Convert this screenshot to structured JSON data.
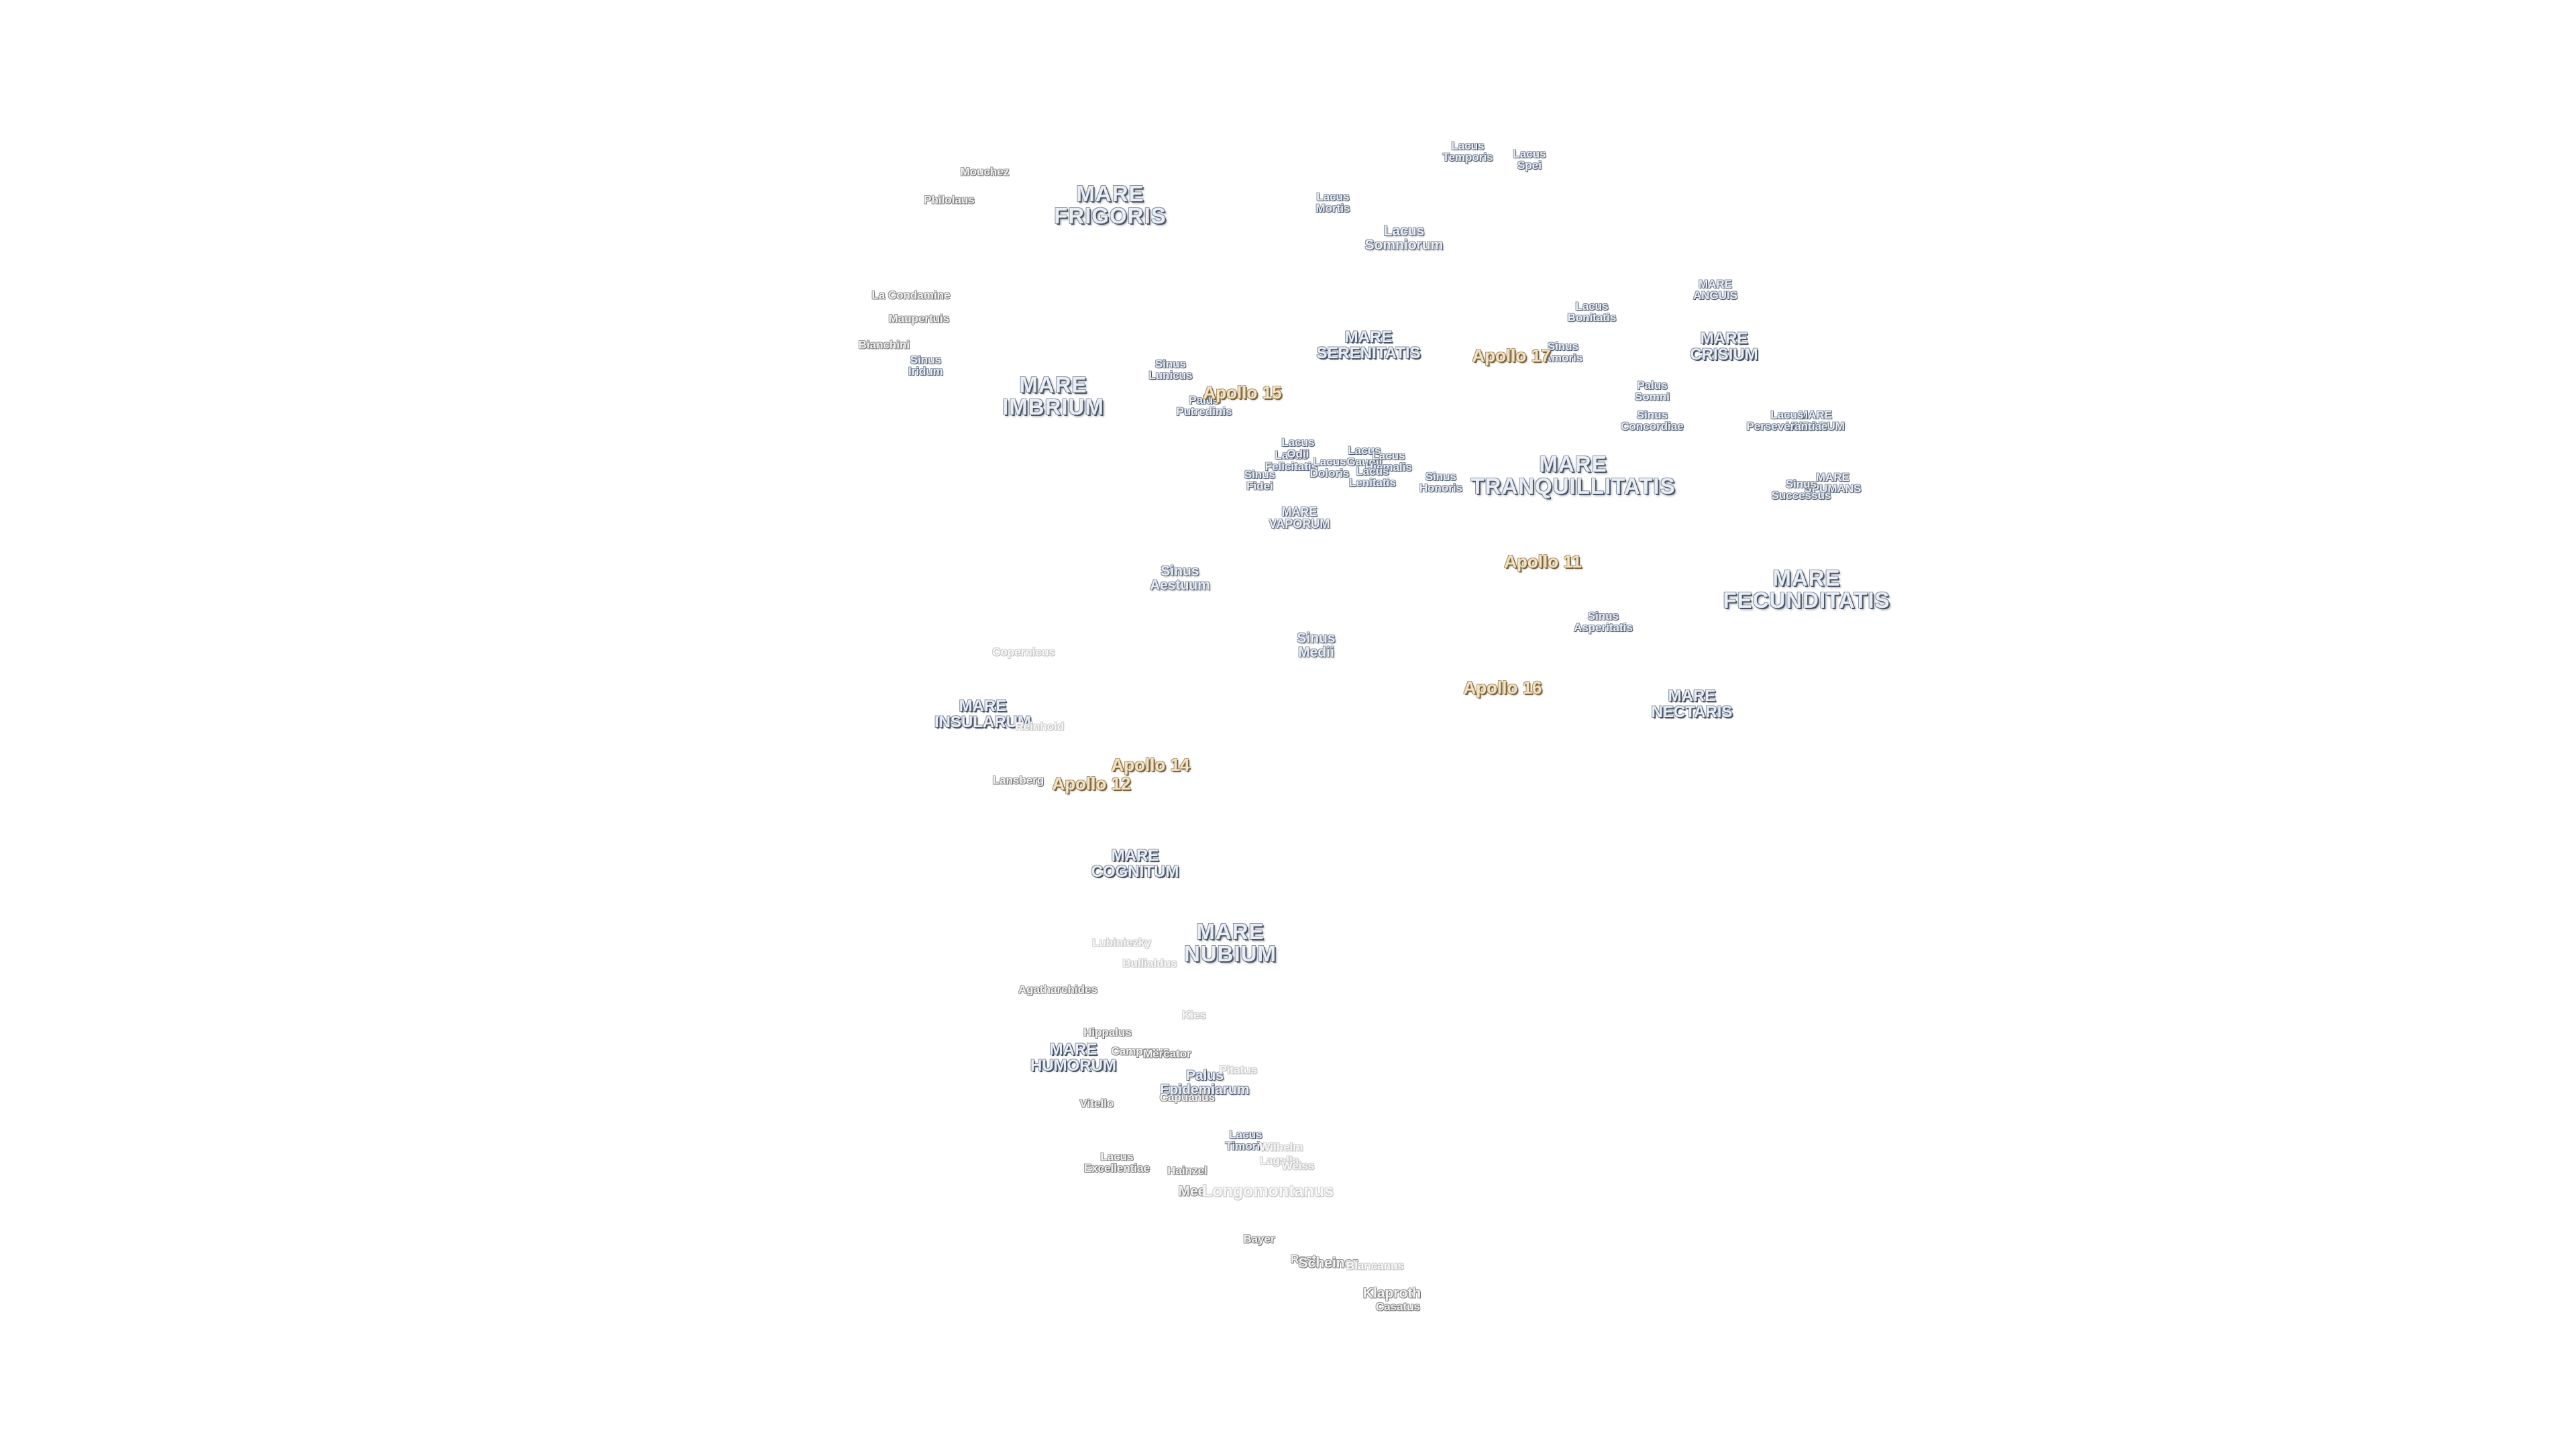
{
  "labels": [
    {
      "id": "mare-frigoris",
      "text": "MARE\nFRIGORIS",
      "kind": "mare"
    },
    {
      "id": "mare-imbrium",
      "text": "MARE\nIMBRIUM",
      "kind": "mare"
    },
    {
      "id": "mare-serenitatis",
      "text": "MARE\nSERENITATIS",
      "kind": "mare-md"
    },
    {
      "id": "mare-tranquillitatis",
      "text": "MARE\nTRANQUILLITATIS",
      "kind": "mare"
    },
    {
      "id": "mare-crisium",
      "text": "MARE\nCRISIUM",
      "kind": "mare-md"
    },
    {
      "id": "mare-fecunditatis",
      "text": "MARE\nFECUNDITATIS",
      "kind": "mare"
    },
    {
      "id": "mare-nectaris",
      "text": "MARE\nNECTARIS",
      "kind": "mare-md"
    },
    {
      "id": "mare-vaporum",
      "text": "MARE\nVAPORUM",
      "kind": "mare-sm"
    },
    {
      "id": "mare-insularum",
      "text": "MARE\nINSULARUM",
      "kind": "mare-md"
    },
    {
      "id": "mare-cognitum",
      "text": "MARE\nCOGNITUM",
      "kind": "mare-md"
    },
    {
      "id": "mare-nubium",
      "text": "MARE\nNUBIUM",
      "kind": "mare"
    },
    {
      "id": "mare-humorum",
      "text": "MARE\nHUMORUM",
      "kind": "mare-md"
    },
    {
      "id": "mare-anguis",
      "text": "MARE\nANGUIS",
      "kind": "lake-sm"
    },
    {
      "id": "mare-undarum",
      "text": "MARE\nUNDARUM",
      "kind": "lake-sm"
    },
    {
      "id": "mare-spumans",
      "text": "MARE\nSPUMANS",
      "kind": "lake-sm"
    },
    {
      "id": "lacus-temporis",
      "text": "Lacus\nTemporis",
      "kind": "lake-sm"
    },
    {
      "id": "lacus-spei",
      "text": "Lacus\nSpei",
      "kind": "lake-sm"
    },
    {
      "id": "lacus-mortis",
      "text": "Lacus\nMortis",
      "kind": "lake-sm"
    },
    {
      "id": "lacus-somniorum",
      "text": "Lacus\nSomniorum",
      "kind": "lake"
    },
    {
      "id": "lacus-bonitatis",
      "text": "Lacus\nBonitatis",
      "kind": "lake-sm"
    },
    {
      "id": "sinus-amoris",
      "text": "Sinus\nAmoris",
      "kind": "lake-sm"
    },
    {
      "id": "palus-somni",
      "text": "Palus\nSomni",
      "kind": "lake-sm"
    },
    {
      "id": "sinus-concordiae",
      "text": "Sinus\nConcordiae",
      "kind": "lake-sm"
    },
    {
      "id": "lacus-perseverantiae",
      "text": "Lacus\nPerseverantiae",
      "kind": "lake-sm"
    },
    {
      "id": "sinus-successus",
      "text": "Sinus\nSuccessus",
      "kind": "lake-sm"
    },
    {
      "id": "sinus-iridum",
      "text": "Sinus\nIridum",
      "kind": "lake-sm"
    },
    {
      "id": "sinus-lunicus",
      "text": "Sinus\nLunicus",
      "kind": "lake-sm"
    },
    {
      "id": "palus-putredinis",
      "text": "Palus\nPutredinis",
      "kind": "lake-sm"
    },
    {
      "id": "lacus-felicitatis",
      "text": "Lacus\nFelicitatis",
      "kind": "lake-sm"
    },
    {
      "id": "lacus-doloris",
      "text": "Lacus\nDoloris",
      "kind": "lake-sm"
    },
    {
      "id": "lacus-gaudii",
      "text": "Lacus\nGaudii",
      "kind": "lake-sm"
    },
    {
      "id": "lacus-odii",
      "text": "Lacus\nOdii",
      "kind": "lake-sm"
    },
    {
      "id": "lacus-hiemalis",
      "text": "Lacus\nHiemalis",
      "kind": "lake-sm"
    },
    {
      "id": "lacus-lenitatis",
      "text": "Lacus\nLenitatis",
      "kind": "lake-sm"
    },
    {
      "id": "sinus-fidei",
      "text": "Sinus\nFidei",
      "kind": "lake-sm"
    },
    {
      "id": "sinus-honoris",
      "text": "Sinus\nHonoris",
      "kind": "lake-sm"
    },
    {
      "id": "sinus-aestuum",
      "text": "Sinus\nAestuum",
      "kind": "lake"
    },
    {
      "id": "sinus-medii",
      "text": "Sinus\nMedii",
      "kind": "lake"
    },
    {
      "id": "sinus-asperitatis",
      "text": "Sinus\nAsperitatis",
      "kind": "lake-sm"
    },
    {
      "id": "palus-epidemiarum",
      "text": "Palus\nEpidemiarum",
      "kind": "lake"
    },
    {
      "id": "lacus-timoris",
      "text": "Lacus\nTimoris",
      "kind": "lake-sm"
    },
    {
      "id": "lacus-excellentiae",
      "text": "Lacus\nExcellentiae",
      "kind": "crater"
    },
    {
      "id": "apollo-15",
      "text": "Apollo 15",
      "kind": "apollo"
    },
    {
      "id": "apollo-17",
      "text": "Apollo 17",
      "kind": "apollo"
    },
    {
      "id": "apollo-11",
      "text": "Apollo 11",
      "kind": "apollo"
    },
    {
      "id": "apollo-16",
      "text": "Apollo 16",
      "kind": "apollo"
    },
    {
      "id": "apollo-14",
      "text": "Apollo 14",
      "kind": "apollo"
    },
    {
      "id": "apollo-12",
      "text": "Apollo 12",
      "kind": "apollo"
    },
    {
      "id": "crater-mouchez",
      "text": "Mouchez",
      "kind": "crater"
    },
    {
      "id": "crater-philolaus",
      "text": "Philolaus",
      "kind": "crater"
    },
    {
      "id": "crater-la-condamine",
      "text": "La Condamine",
      "kind": "crater"
    },
    {
      "id": "crater-maupertuis",
      "text": "Maupertuis",
      "kind": "crater"
    },
    {
      "id": "crater-bianchini",
      "text": "Bianchini",
      "kind": "crater"
    },
    {
      "id": "crater-copernicus",
      "text": "Copernicus",
      "kind": "crater-faint"
    },
    {
      "id": "crater-reinhold",
      "text": "Reinhold",
      "kind": "crater-faint"
    },
    {
      "id": "crater-lansberg",
      "text": "Lansberg",
      "kind": "crater"
    },
    {
      "id": "crater-lubiniezky",
      "text": "Lubiniezky",
      "kind": "crater-faint"
    },
    {
      "id": "crater-bullialdus",
      "text": "Bullialdus",
      "kind": "crater-faint"
    },
    {
      "id": "crater-agatharchides",
      "text": "Agatharchides",
      "kind": "crater"
    },
    {
      "id": "crater-kies",
      "text": "Kies",
      "kind": "crater-faint"
    },
    {
      "id": "crater-hippalus",
      "text": "Hippalus",
      "kind": "crater"
    },
    {
      "id": "crater-campanus",
      "text": "Campanus",
      "kind": "crater"
    },
    {
      "id": "crater-mercator",
      "text": "Mercator",
      "kind": "crater"
    },
    {
      "id": "crater-pitatus",
      "text": "Pitatus",
      "kind": "crater-faint"
    },
    {
      "id": "crater-capuanus",
      "text": "Capuanus",
      "kind": "crater"
    },
    {
      "id": "crater-vitello",
      "text": "Vitello",
      "kind": "crater"
    },
    {
      "id": "crater-wilhelm",
      "text": "Wilhelm",
      "kind": "crater-faint"
    },
    {
      "id": "crater-lagalla",
      "text": "Lagalla",
      "kind": "crater-faint"
    },
    {
      "id": "crater-weiss",
      "text": "Weiss",
      "kind": "crater-faint"
    },
    {
      "id": "crater-hainzel",
      "text": "Hainzel",
      "kind": "crater"
    },
    {
      "id": "crater-mee",
      "text": "Mee",
      "kind": "crater-md"
    },
    {
      "id": "crater-longomontanus",
      "text": "Longomontanus",
      "kind": "crater-faint-lg"
    },
    {
      "id": "crater-bayer",
      "text": "Bayer",
      "kind": "crater"
    },
    {
      "id": "crater-rost",
      "text": "Rost",
      "kind": "crater"
    },
    {
      "id": "crater-scheiner",
      "text": "Scheiner",
      "kind": "crater-md"
    },
    {
      "id": "crater-blancanus",
      "text": "Blancanus",
      "kind": "crater-faint"
    },
    {
      "id": "crater-klaproth",
      "text": "Klaproth",
      "kind": "crater-md"
    },
    {
      "id": "crater-casatus",
      "text": "Casatus",
      "kind": "crater"
    }
  ]
}
